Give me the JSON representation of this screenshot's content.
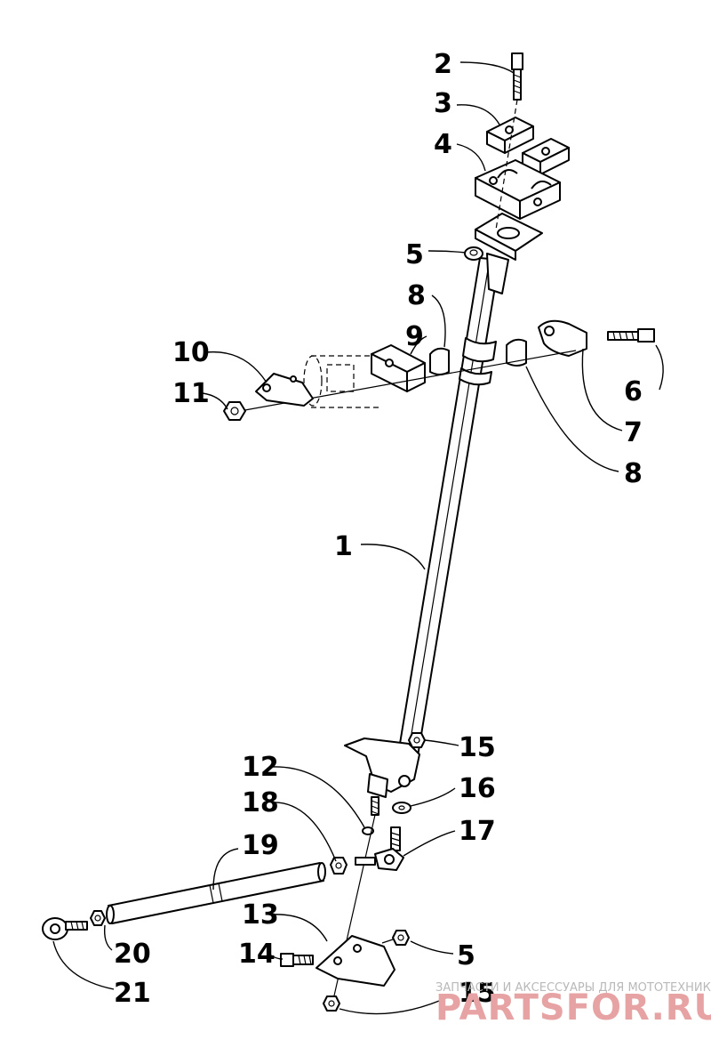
{
  "labels": [
    {
      "id": "2",
      "text": "2"
    },
    {
      "id": "3",
      "text": "3"
    },
    {
      "id": "4",
      "text": "4"
    },
    {
      "id": "5a",
      "text": "5"
    },
    {
      "id": "8a",
      "text": "8"
    },
    {
      "id": "9",
      "text": "9"
    },
    {
      "id": "10",
      "text": "10"
    },
    {
      "id": "11",
      "text": "11"
    },
    {
      "id": "6",
      "text": "6"
    },
    {
      "id": "7",
      "text": "7"
    },
    {
      "id": "8b",
      "text": "8"
    },
    {
      "id": "1",
      "text": "1"
    },
    {
      "id": "15a",
      "text": "15"
    },
    {
      "id": "12",
      "text": "12"
    },
    {
      "id": "16",
      "text": "16"
    },
    {
      "id": "18",
      "text": "18"
    },
    {
      "id": "17",
      "text": "17"
    },
    {
      "id": "19",
      "text": "19"
    },
    {
      "id": "13",
      "text": "13"
    },
    {
      "id": "5b",
      "text": "5"
    },
    {
      "id": "14",
      "text": "14"
    },
    {
      "id": "20",
      "text": "20"
    },
    {
      "id": "15b",
      "text": "15"
    },
    {
      "id": "21",
      "text": "21"
    }
  ],
  "watermark": {
    "tagline": "ЗАПЧАСТИ И АКСЕССУАРЫ ДЛЯ МОТОТЕХНИКИ",
    "brand": "PARTSFOR.RU"
  }
}
